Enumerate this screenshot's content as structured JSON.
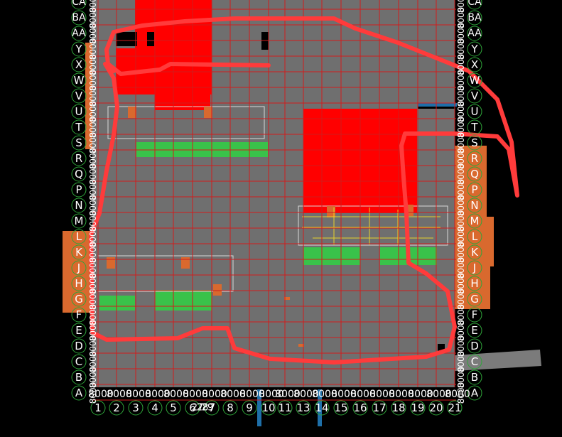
{
  "colors": {
    "background": "#000000",
    "floor": "#6f6f6f",
    "grid": "#d21c1c",
    "zone_red": "#ff0000",
    "wall_orange": "#d9692e",
    "green_pad": "#39c24a",
    "markup": "#ff3b3b",
    "bubble": "#2fa63a",
    "label": "#ffffff",
    "yellow_line": "#e6d22b",
    "blue_line": "#1e6fa8"
  },
  "row_labels": [
    "CA",
    "BA",
    "AA",
    "Y",
    "X",
    "W",
    "V",
    "U",
    "T",
    "S",
    "R",
    "Q",
    "P",
    "N",
    "M",
    "L",
    "K",
    "J",
    "H",
    "G",
    "F",
    "E",
    "D",
    "C",
    "B",
    "A"
  ],
  "col_labels": [
    "1",
    "2",
    "3",
    "4",
    "5",
    "6",
    "7",
    "8",
    "9",
    "10",
    "11",
    "13",
    "14",
    "15",
    "16",
    "17",
    "18",
    "19",
    "20",
    "21"
  ],
  "dimension_text": "8000",
  "col_7_stack": [
    "27",
    "28",
    "29",
    "7"
  ]
}
